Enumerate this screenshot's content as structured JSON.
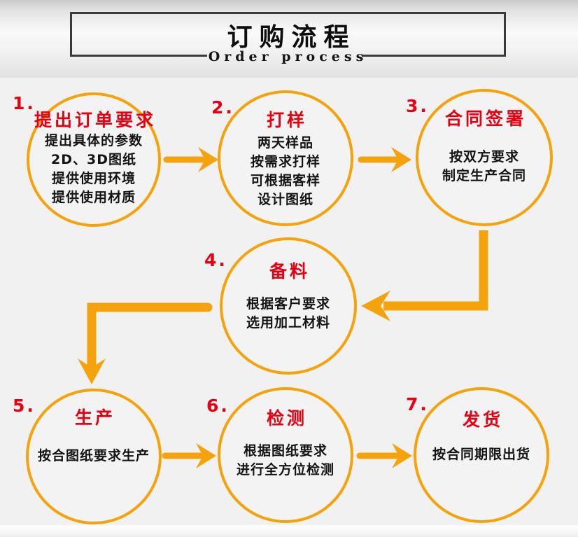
{
  "header": {
    "title": "订购流程",
    "subtitle": "Order process"
  },
  "steps": [
    {
      "number": "1.",
      "title": "提出订单要求",
      "lines": [
        "提出具体的参数",
        "2D、3D图纸",
        "提供使用环境",
        "提供使用材质"
      ]
    },
    {
      "number": "2.",
      "title": "打样",
      "lines": [
        "两天样品",
        "按需求打样",
        "可根据客样",
        "设计图纸"
      ]
    },
    {
      "number": "3.",
      "title": "合同签署",
      "lines": [
        "按双方要求",
        "制定生产合同"
      ]
    },
    {
      "number": "4.",
      "title": "备料",
      "lines": [
        "根据客户要求",
        "选用加工材料"
      ]
    },
    {
      "number": "5.",
      "title": "生产",
      "lines": [
        "按合图纸要求生产"
      ]
    },
    {
      "number": "6.",
      "title": "检测",
      "lines": [
        "根据图纸要求",
        "进行全方位检测"
      ]
    },
    {
      "number": "7.",
      "title": "发货",
      "lines": [
        "按合同期限出货"
      ]
    }
  ],
  "colors": {
    "accent_orange": "#f4a30c",
    "accent_red": "#e60012",
    "text_black": "#141414",
    "border_dark": "#3a3a3a",
    "background": "#f1f1f1"
  }
}
